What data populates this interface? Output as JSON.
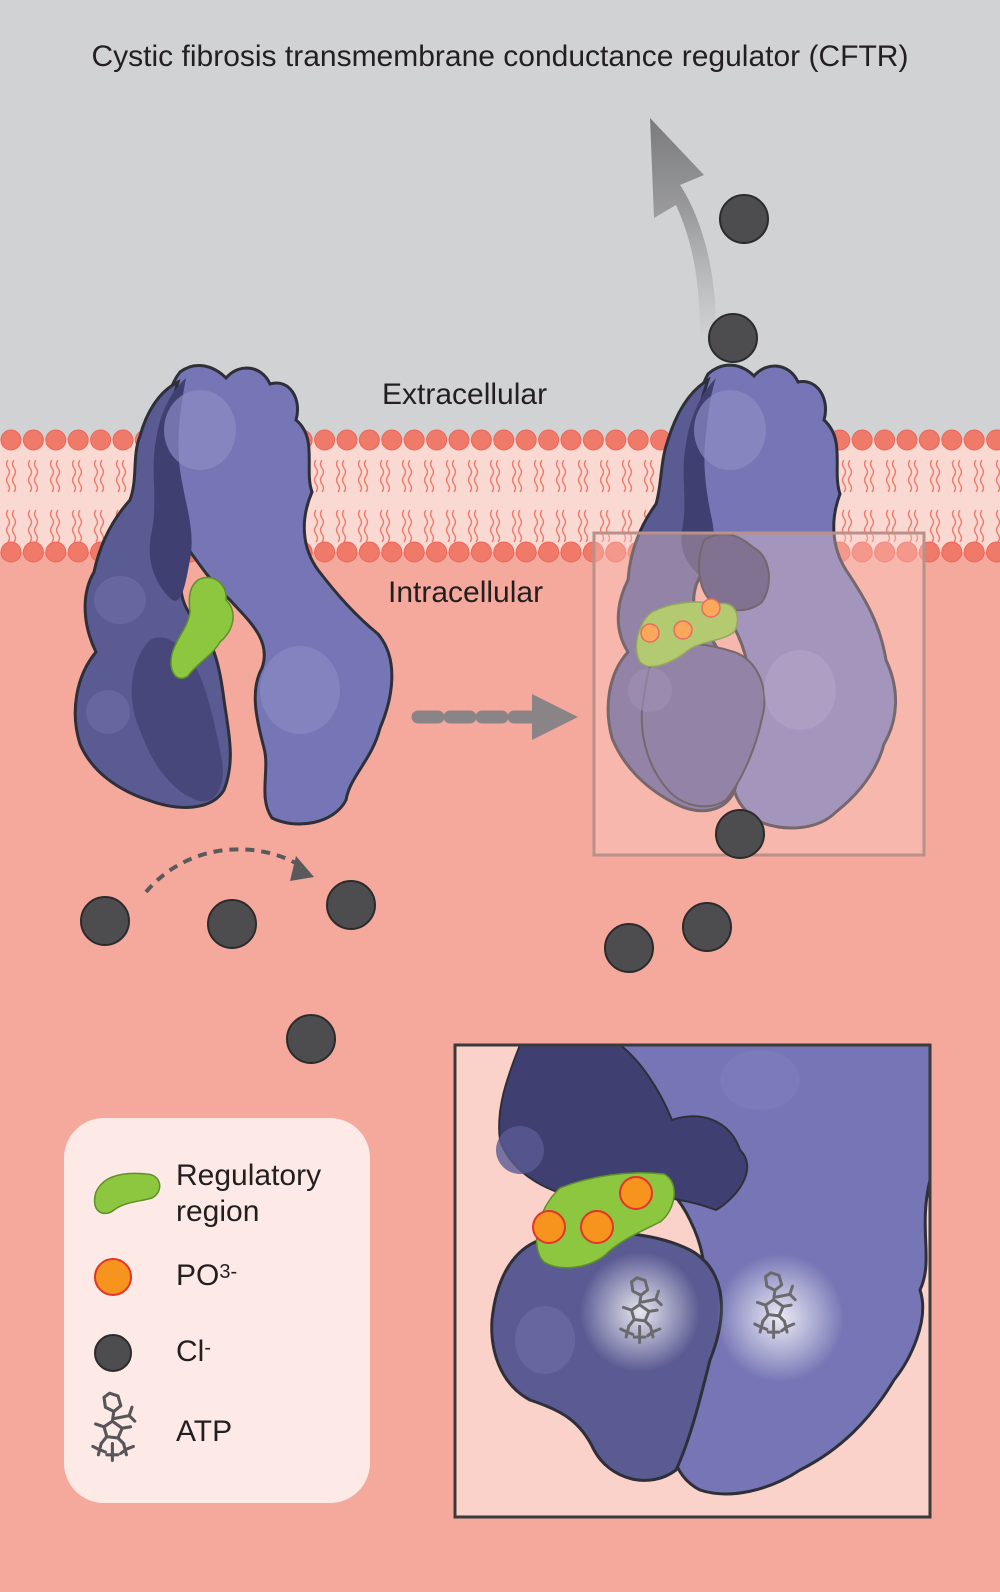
{
  "title": "Cystic fibrosis transmembrane conductance regulator (CFTR)",
  "compartments": {
    "extracellular": "Extracellular",
    "intracellular": "Intracellular"
  },
  "legend": {
    "regulatory_region": {
      "line1": "Regulatory",
      "line2": "region"
    },
    "phosphate": {
      "base": "PO",
      "sup": "3-"
    },
    "chloride": {
      "base": "Cl",
      "sup": "-"
    },
    "atp": "ATP"
  },
  "colors": {
    "extracellular_bg": "#d1d2d4",
    "intracellular_bg": "#f4a99c",
    "lipid_head": "#f07a6a",
    "protein_dark": "#3f3f72",
    "protein_mid": "#5b5b94",
    "protein_light": "#7676b6",
    "regulatory_green": "#8dc63f",
    "phosphate_orange": "#f7941d",
    "chloride_gray": "#4d4d4f"
  }
}
